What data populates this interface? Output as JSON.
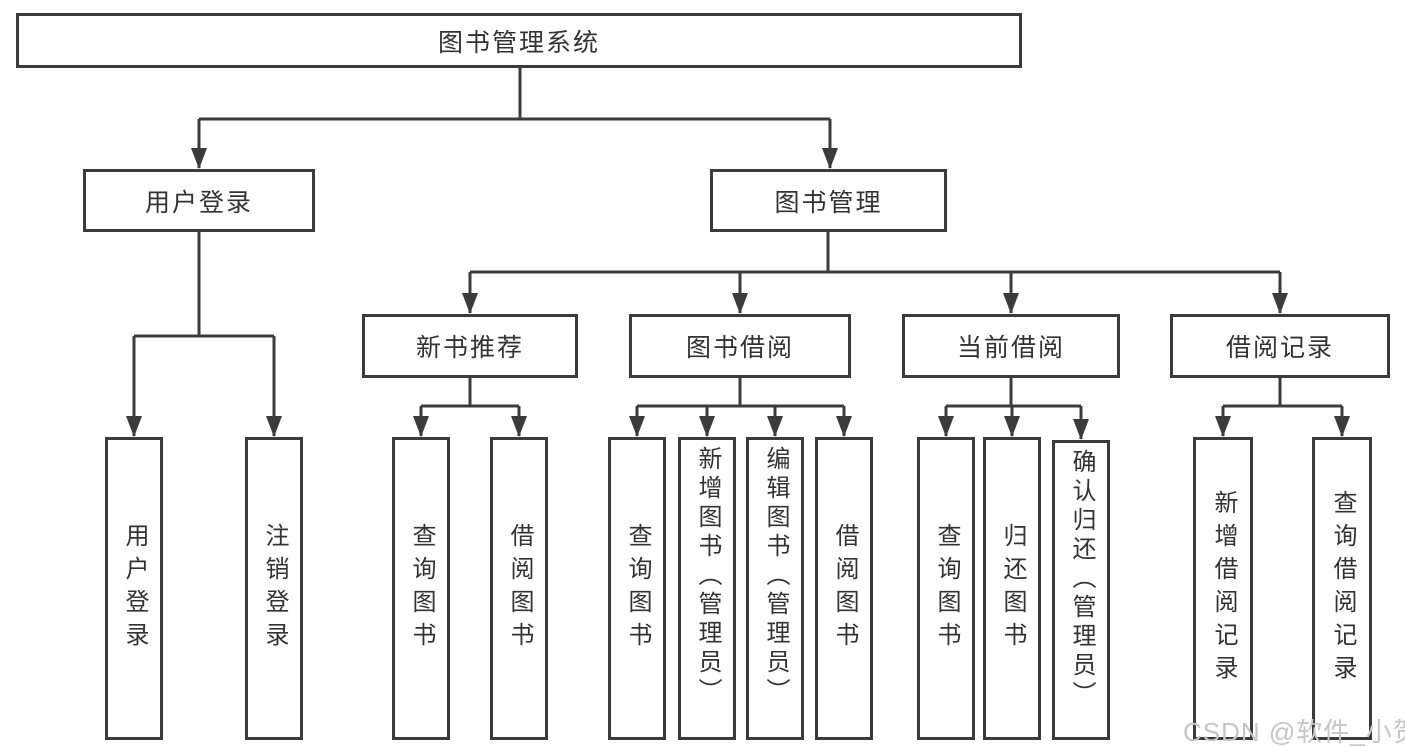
{
  "diagram": {
    "root": {
      "label": "图书管理系统"
    },
    "branches": {
      "user_login": {
        "label": "用户登录"
      },
      "book_mgmt": {
        "label": "图书管理"
      }
    },
    "modules": {
      "new_book": {
        "label": "新书推荐"
      },
      "book_borrow": {
        "label": "图书借阅"
      },
      "current_borrow": {
        "label": "当前借阅"
      },
      "borrow_record": {
        "label": "借阅记录"
      }
    },
    "leaves": {
      "user_login": {
        "label": "用户登录"
      },
      "logout": {
        "label": "注销登录"
      },
      "newbook_query": {
        "label": "查询图书"
      },
      "newbook_borrow": {
        "label": "借阅图书"
      },
      "borrow_query": {
        "label": "查询图书"
      },
      "borrow_add": {
        "label": "新增图书（管理员）"
      },
      "borrow_edit": {
        "label": "编辑图书（管理员）"
      },
      "borrow_borrow": {
        "label": "借阅图书"
      },
      "current_query": {
        "label": "查询图书"
      },
      "current_return": {
        "label": "归还图书"
      },
      "current_confirm": {
        "label": "确认归还（管理员）"
      },
      "record_add": {
        "label": "新增借阅记录"
      },
      "record_query": {
        "label": "查询借阅记录"
      }
    }
  },
  "watermark": {
    "text": "CSDN @软件_小贺同学"
  },
  "colors": {
    "line": "#3b3b3b",
    "text": "#333333",
    "background": "#ffffff",
    "watermark": "#c6c6c6"
  }
}
